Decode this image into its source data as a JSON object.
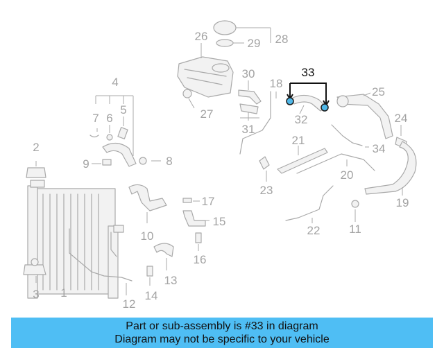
{
  "diagram": {
    "labels": [
      "1",
      "2",
      "3",
      "4",
      "5",
      "6",
      "7",
      "8",
      "9",
      "10",
      "11",
      "12",
      "13",
      "14",
      "15",
      "16",
      "17",
      "18",
      "19",
      "20",
      "21",
      "22",
      "23",
      "24",
      "25",
      "26",
      "27",
      "28",
      "29",
      "30",
      "31",
      "32",
      "33",
      "34"
    ],
    "highlighted_part": "33"
  },
  "caption": {
    "line1": "Part or sub-assembly is #33 in diagram",
    "line2": "Diagram may not be specific to your vehicle"
  },
  "colors": {
    "caption_bg": "#4fbef4",
    "highlight": "#4fb7e8",
    "part_line": "#a9a9a9"
  }
}
